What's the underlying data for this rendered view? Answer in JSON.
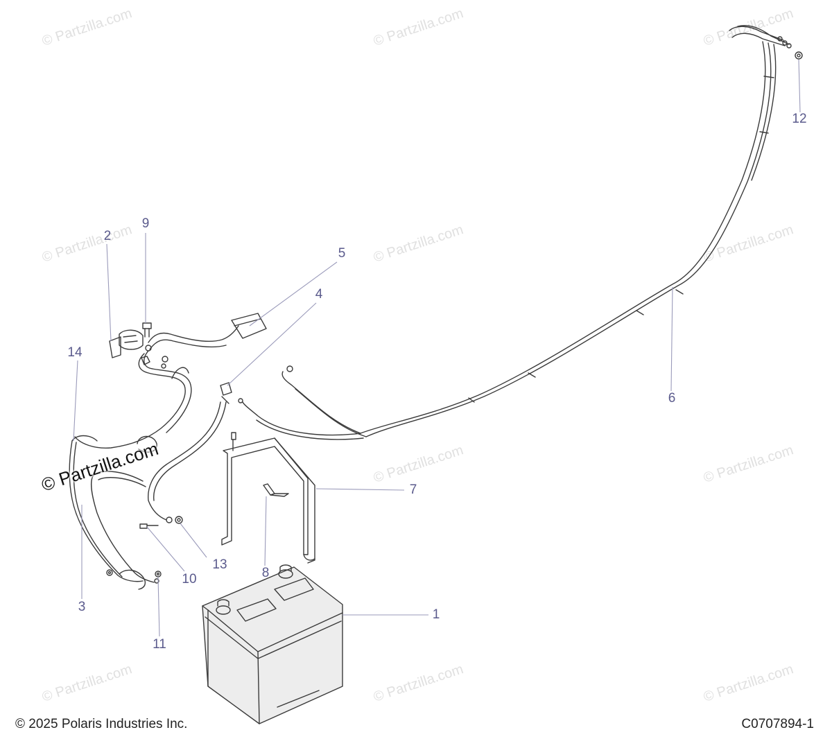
{
  "watermark": {
    "faint_text": "© Partzilla.com",
    "main_text": "© Partzilla.com"
  },
  "callouts": [
    "1",
    "2",
    "3",
    "4",
    "5",
    "6",
    "7",
    "8",
    "9",
    "10",
    "11",
    "12",
    "13",
    "14"
  ],
  "footer": {
    "copyright": "© 2025 Polaris Industries Inc.",
    "diagram_id": "C0707894-1"
  },
  "colors": {
    "line": "#3a3a3a",
    "leader": "#9a9aba",
    "callout": "#5a5a8c",
    "watermark": "#e0e0e0",
    "battery_fill": "#ededed"
  }
}
